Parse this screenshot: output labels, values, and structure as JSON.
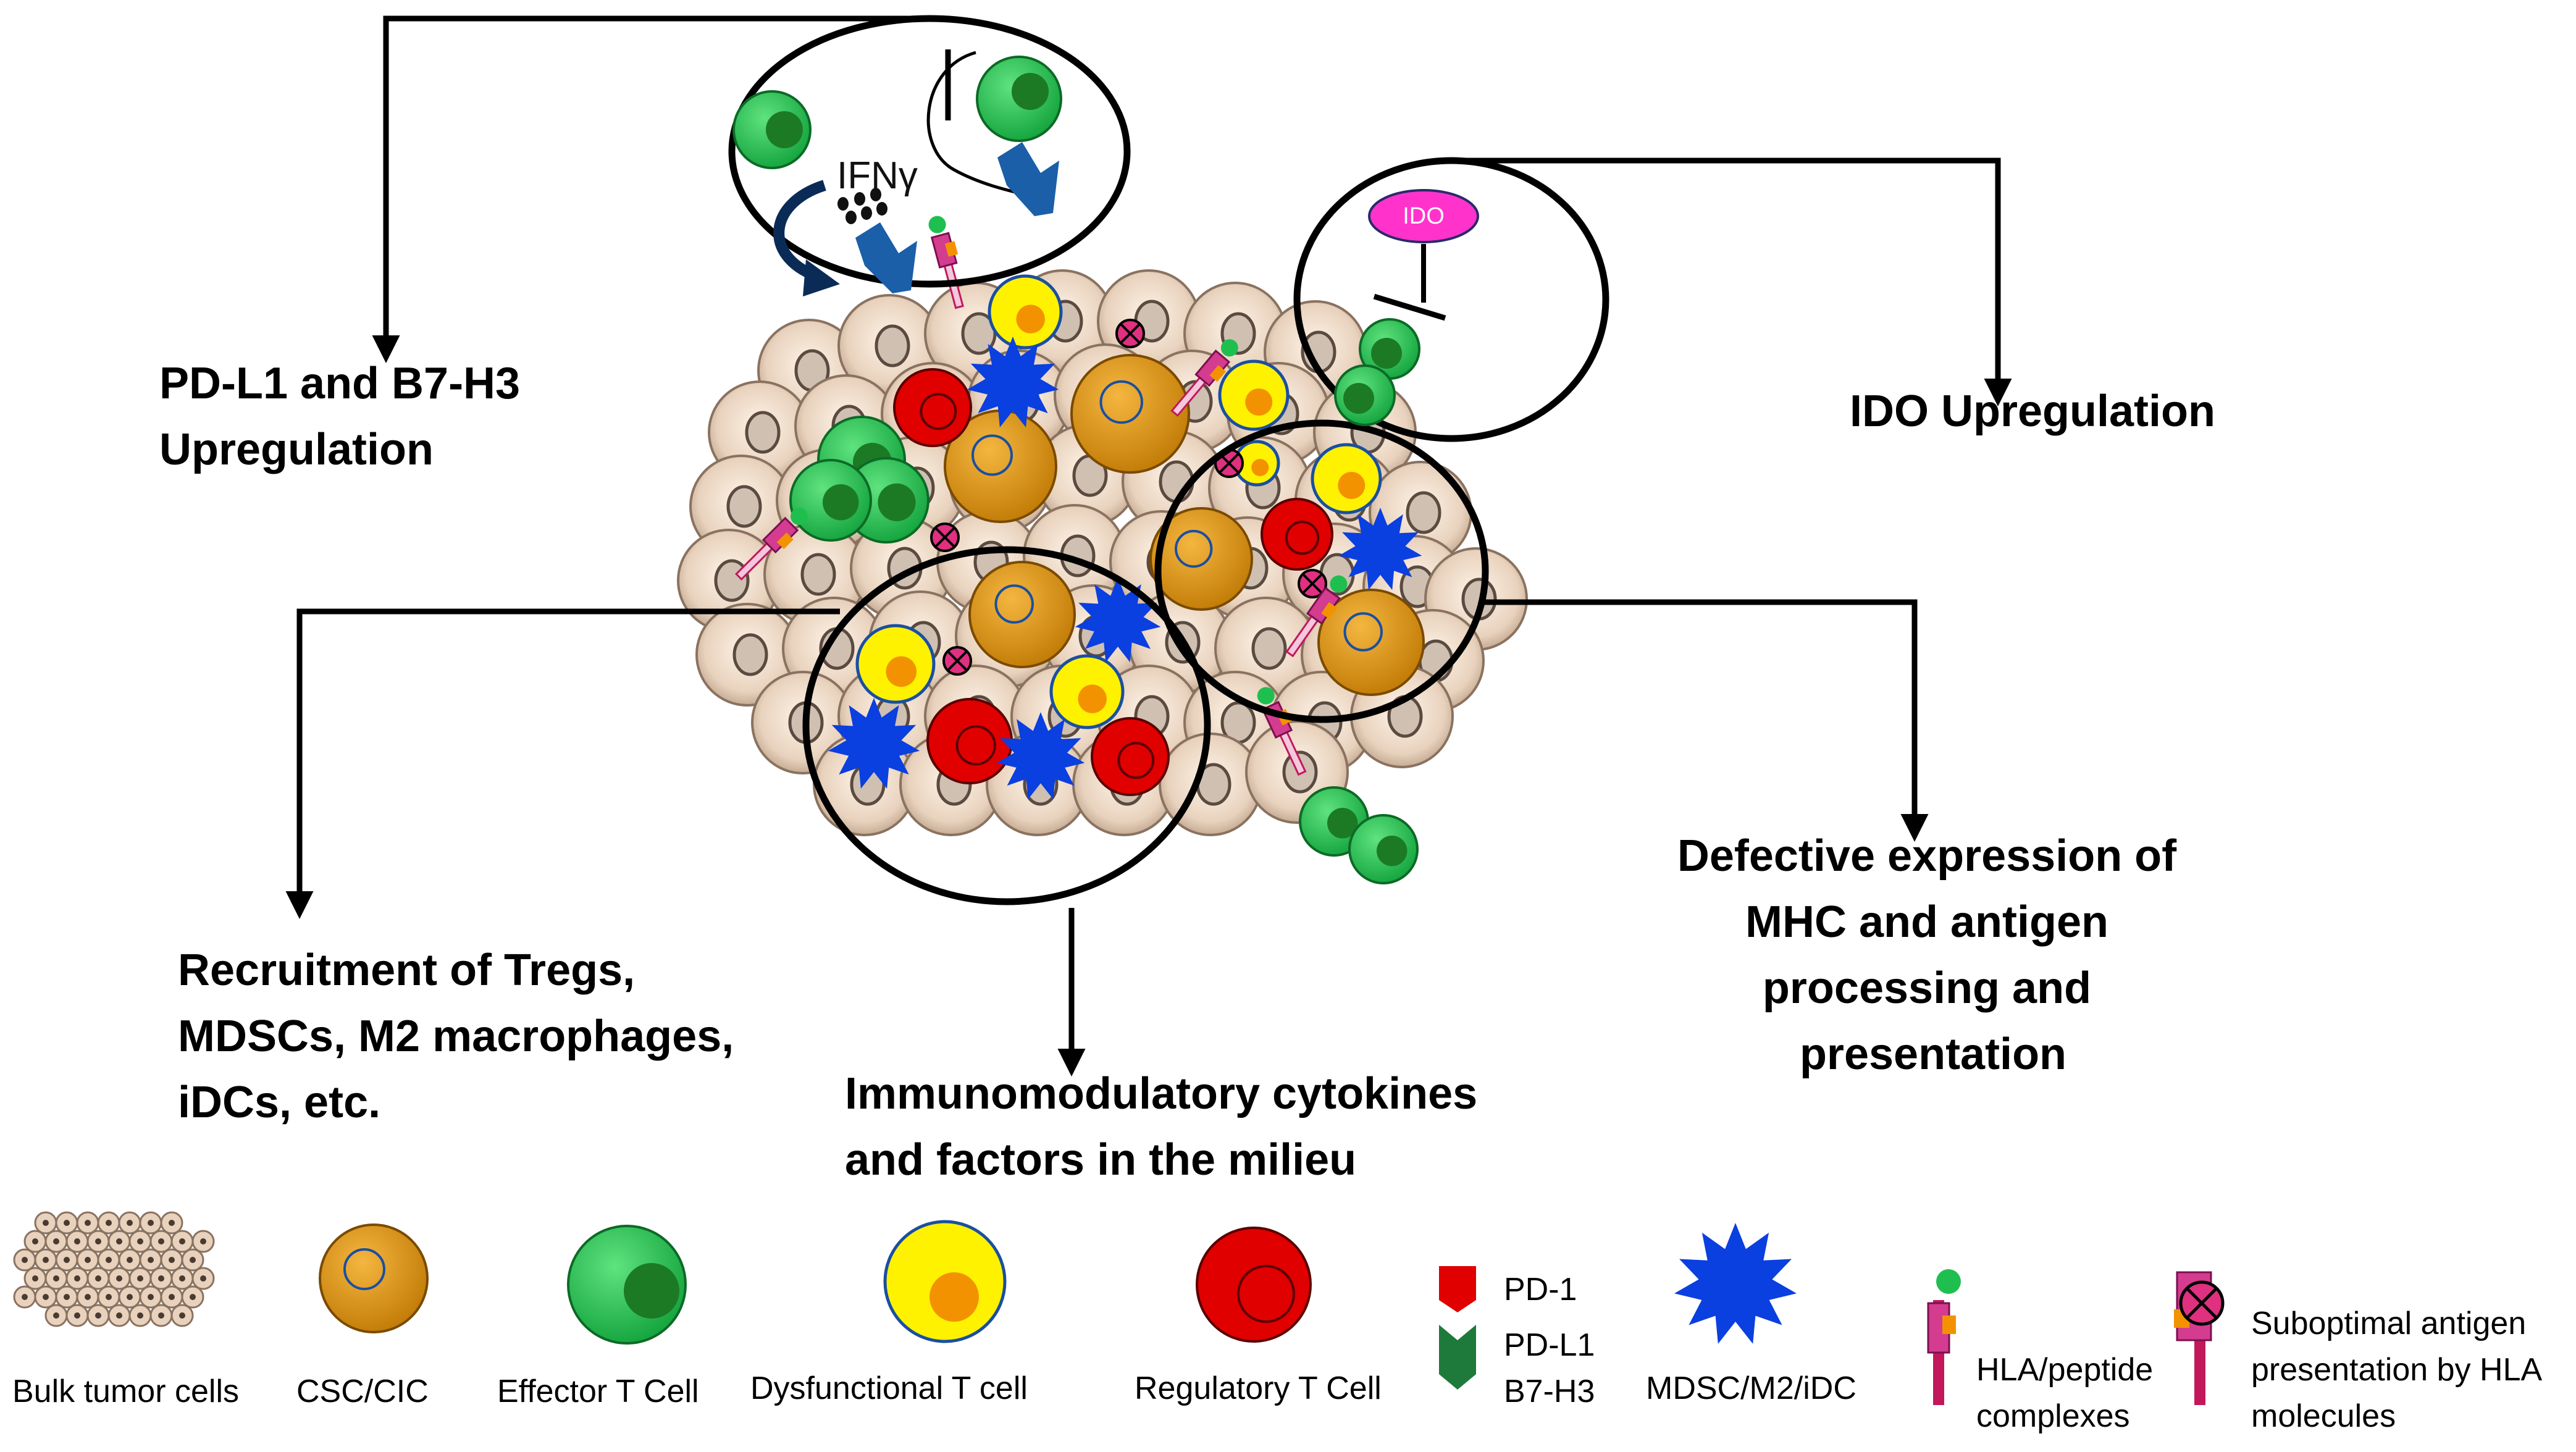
{
  "callouts": {
    "pdl1": [
      "PD-L1 and B7-H3",
      "Upregulation"
    ],
    "ido": "IDO Upregulation",
    "recruit": [
      "Recruitment of Tregs,",
      "MDSCs, M2 macrophages,",
      "iDCs, etc."
    ],
    "cytokines": [
      "Immunomodulatory cytokines",
      "and factors in the milieu"
    ],
    "mhc": [
      "Defective expression of",
      "MHC and antigen",
      "processing and",
      "presentation"
    ]
  },
  "inset": {
    "ifn_label": "IFNγ",
    "ido_label": "IDO"
  },
  "legend": {
    "bulk": "Bulk tumor cells",
    "csc": "CSC/CIC",
    "effector": "Effector T Cell",
    "dysfunctional": "Dysfunctional T cell",
    "regulatory": "Regulatory T Cell",
    "pd1": "PD-1",
    "pdl1": [
      "PD-L1",
      "B7-H3"
    ],
    "mdsc": "MDSC/M2/iDC",
    "hla": [
      "HLA/peptide",
      "complexes"
    ],
    "subopt": [
      "Suboptimal antigen",
      "presentation by HLA",
      "molecules"
    ]
  },
  "colors": {
    "tumor_cell": "#e8d2bd",
    "csc": "#d9900f",
    "effector": "#1fbf4f",
    "dysfunctional": "#fff200",
    "regulatory": "#e00000",
    "mdsc": "#0a3fe0",
    "arrow_blue": "#1a5fa8",
    "ido": "#ff33cc"
  }
}
